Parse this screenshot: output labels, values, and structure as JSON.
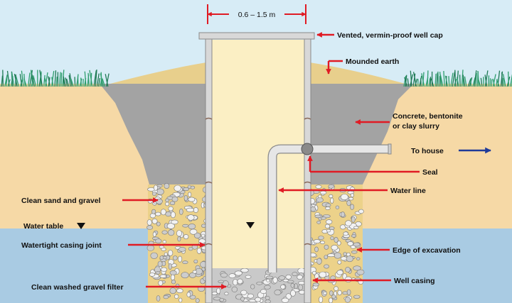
{
  "dimension": {
    "label": "0.6 – 1.5 m"
  },
  "labels": {
    "well_cap": "Vented, vermin-proof well cap",
    "mounded_earth": "Mounded earth",
    "slurry_line1": "Concrete, bentonite",
    "slurry_line2": "or clay slurry",
    "to_house": "To house",
    "seal": "Seal",
    "water_line": "Water line",
    "sand_gravel": "Clean sand and gravel",
    "water_table": "Water table",
    "casing_joint": "Watertight casing joint",
    "edge_excavation": "Edge of excavation",
    "gravel_filter": "Clean washed gravel filter",
    "well_casing": "Well casing"
  },
  "colors": {
    "sky": "#d7ecf6",
    "soil": "#f6d9a6",
    "groundwater": "#a9cbe3",
    "slurry": "#a3a3a3",
    "well_interior": "#fbefc4",
    "casing": "#d8d8d8",
    "mound": "#e8cf8c",
    "grass": "#2f9e6e",
    "arrow_red": "#e01b24",
    "arrow_blue": "#1f3b99"
  }
}
